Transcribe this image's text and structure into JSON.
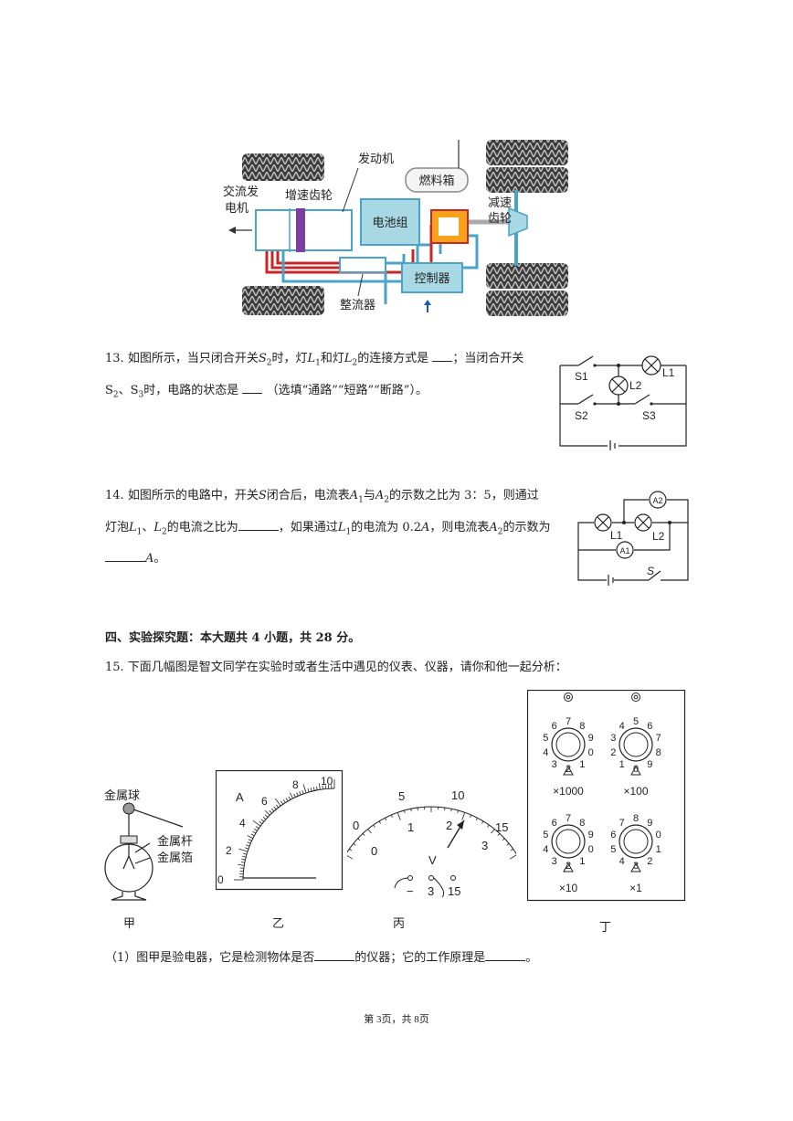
{
  "car_diagram": {
    "engine": "发动机",
    "fuel_tank": "燃料箱",
    "alternator_line1": "交流发",
    "alternator_line2": "电机",
    "speed_up_gear": "增速齿轮",
    "battery": "电池组",
    "reduction_gear_line1": "减速",
    "reduction_gear_line2": "齿轮",
    "controller": "控制器",
    "rectifier": "整流器"
  },
  "q13": {
    "number": "13.",
    "text_a": "如图所示，当只闭合开关",
    "s2": "S",
    "s2_sub": "2",
    "text_b": "时，灯",
    "l1": "L",
    "l1_sub": "1",
    "text_c": "和灯",
    "l2": "L",
    "l2_sub": "2",
    "text_d": "的连接方式是",
    "text_e": "；当闭合开关",
    "line2_a": "S",
    "line2_a_sub": "2",
    "line2_b": "、S",
    "line2_b_sub": "3",
    "line2_c": "时，电路的状态是",
    "line2_d": "（选填“通路”“短路”“断路”）。",
    "circuit": {
      "s1": "S1",
      "l1": "L1",
      "l2": "L2",
      "s2": "S2",
      "s3": "S3"
    }
  },
  "q14": {
    "number": "14.",
    "line1_a": "如图所示的电路中，开关",
    "line1_s": "S",
    "line1_b": "闭合后，电流表",
    "a1": "A",
    "a1_sub": "1",
    "line1_c": "与",
    "a2": "A",
    "a2_sub": "2",
    "line1_d": "的示数之比为 3：5，则通过",
    "line2_a": "灯泡",
    "l1": "L",
    "l1_sub": "1",
    "line2_b": "、",
    "l2": "L",
    "l2_sub": "2",
    "line2_c": "的电流之比为",
    "line2_d": "，如果通过",
    "line2_e": "L",
    "line2_e_sub": "1",
    "line2_f": "的电流为 0.2",
    "line2_g": "A",
    "line2_h": "，则电流表",
    "line2_i": "A",
    "line2_i_sub": "2",
    "line2_j": "的示数为",
    "line3": "A",
    "line3_end": "。",
    "circuit": {
      "a2": "A2",
      "l1": "L1",
      "l2": "L2",
      "a1": "A1",
      "s": "S"
    }
  },
  "section4": {
    "heading": "四、实验探究题：本大题共 4 小题，共 28 分。"
  },
  "q15": {
    "intro": "15. 下面几幅图是智文同学在实验时或者生活中遇见的仪表、仪器，请你和他一起分析：",
    "electroscope": {
      "ball": "金属球",
      "rod": "金属杆",
      "foil": "金属箔",
      "caption": "甲"
    },
    "ammeter": {
      "unit": "A",
      "ticks": [
        "0",
        "2",
        "4",
        "6",
        "8",
        "10"
      ],
      "caption": "乙"
    },
    "voltmeter": {
      "unit": "V",
      "outer_ticks": [
        "0",
        "5",
        "10",
        "15"
      ],
      "inner_ticks": [
        "0",
        "1",
        "2",
        "3"
      ],
      "terminals": [
        "−",
        "3",
        "15"
      ],
      "caption": "丙"
    },
    "resistance_box": {
      "multipliers": [
        "×1000",
        "×100",
        "×10",
        "×1"
      ],
      "caption": "丁"
    },
    "sub1_a": "（1）图甲是验电器，它是检测物体是否",
    "sub1_b": "的仪器；它的工作原理是",
    "sub1_c": "。"
  },
  "footer": {
    "page": "第 3页，共 8页"
  }
}
